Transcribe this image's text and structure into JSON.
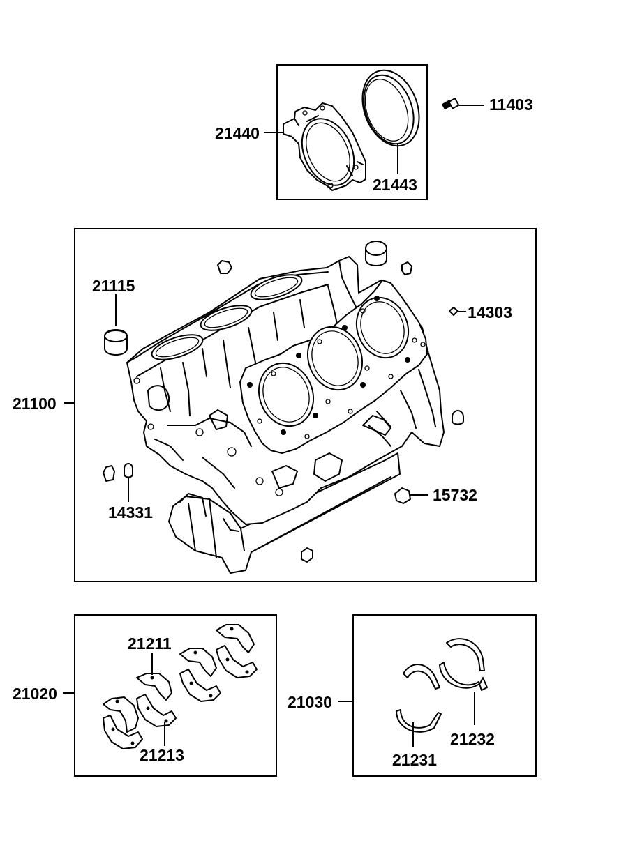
{
  "labels": {
    "crankshaft_bearing_set": "21020",
    "thrust_washer_set": "21030",
    "cylinder_block": "21100",
    "block_plug": "21115",
    "upper_bearing": "21211",
    "lower_bearing": "21213",
    "thrust_washer_upper": "21231",
    "thrust_washer_lower": "21232",
    "rear_oil_seal_retainer": "21440",
    "rear_oil_seal": "21443",
    "retainer_bolt": "11403",
    "ring_dowel": "14303",
    "straight_pin": "14331",
    "oil_jet": "15732"
  }
}
